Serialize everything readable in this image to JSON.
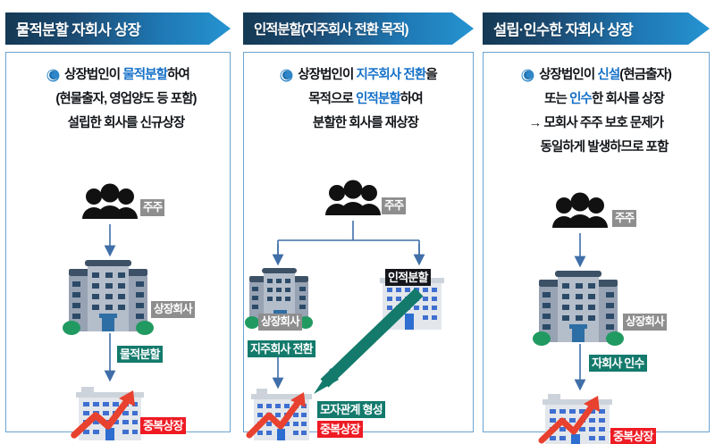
{
  "colors": {
    "banner_dark": "#143954",
    "banner_light": "#2594d1",
    "panel_border": "#6ba3cf",
    "highlight_blue": "#1671c8",
    "label_gray": "#8e8e8e",
    "label_teal": "#137a6c",
    "label_black": "#14161a",
    "label_red": "#ee1b24",
    "arrow_blue": "#3f6ea8",
    "arrow_red": "#e8412f",
    "arrow_teal": "#137a6c",
    "building_body": "#aab4c4",
    "building_window": "#2b4a68",
    "building_roof": "#3d5166",
    "sub_building_body": "#e3e7ec",
    "sub_building_window": "#3f6fd0",
    "bush_green": "#219a62",
    "person_black": "#111111"
  },
  "panels": [
    {
      "id": "panel-physical-split",
      "header": "물적분할 자회사 상장",
      "description": [
        {
          "indent": 0,
          "bullet": true,
          "segments": [
            {
              "text": "상장법인이 ",
              "style": "normal"
            },
            {
              "text": "물적분할",
              "style": "highlight"
            },
            {
              "text": "하여",
              "style": "normal"
            }
          ]
        },
        {
          "indent": 1,
          "bullet": false,
          "segments": [
            {
              "text": "(현물출자, 영업양도 등 포함)",
              "style": "normal"
            }
          ]
        },
        {
          "indent": 1,
          "bullet": false,
          "segments": [
            {
              "text": "설립한 회사를 신규상장",
              "style": "normal"
            }
          ]
        }
      ],
      "diagram": {
        "shareholders_label": "주주",
        "parent_label": "상장회사",
        "step_label": "물적분할",
        "result_label": "중복상장"
      }
    },
    {
      "id": "panel-personnel-split",
      "header": "인적분할(지주회사 전환 목적)",
      "description": [
        {
          "indent": 0,
          "bullet": true,
          "segments": [
            {
              "text": "상장법인이 ",
              "style": "normal"
            },
            {
              "text": "지주회사 전환",
              "style": "highlight"
            },
            {
              "text": "을",
              "style": "normal"
            }
          ]
        },
        {
          "indent": 1,
          "bullet": false,
          "segments": [
            {
              "text": "목적으로 ",
              "style": "normal"
            },
            {
              "text": "인적분할",
              "style": "highlight"
            },
            {
              "text": "하여",
              "style": "normal"
            }
          ]
        },
        {
          "indent": 1,
          "bullet": false,
          "segments": [
            {
              "text": "분할한 회사를 재상장",
              "style": "normal"
            }
          ]
        }
      ],
      "diagram": {
        "shareholders_label": "주주",
        "parent_label": "상장회사",
        "split_label": "인적분할",
        "step_label": "지주회사 전환",
        "relation_label": "모자관계 형성",
        "result_label": "중복상장"
      }
    },
    {
      "id": "panel-establish-acquire",
      "header": "설립·인수한 자회사 상장",
      "description": [
        {
          "indent": 0,
          "bullet": true,
          "segments": [
            {
              "text": "상장법인이 ",
              "style": "normal"
            },
            {
              "text": "신설",
              "style": "highlight"
            },
            {
              "text": "(현금출자)",
              "style": "normal"
            }
          ]
        },
        {
          "indent": 1,
          "bullet": false,
          "segments": [
            {
              "text": "또는 ",
              "style": "normal"
            },
            {
              "text": "인수",
              "style": "highlight"
            },
            {
              "text": "한 회사를 상장",
              "style": "normal"
            }
          ]
        },
        {
          "indent": 0,
          "bullet": false,
          "arrow": true,
          "segments": [
            {
              "text": "→ 모회사 주주 보호 문제가",
              "style": "normal"
            }
          ]
        },
        {
          "indent": 1,
          "bullet": false,
          "segments": [
            {
              "text": "동일하게 발생하므로 포함",
              "style": "normal"
            }
          ]
        }
      ],
      "diagram": {
        "shareholders_label": "주주",
        "parent_label": "상장회사",
        "step_label": "자회사 인수",
        "result_label": "중복상장"
      }
    }
  ]
}
